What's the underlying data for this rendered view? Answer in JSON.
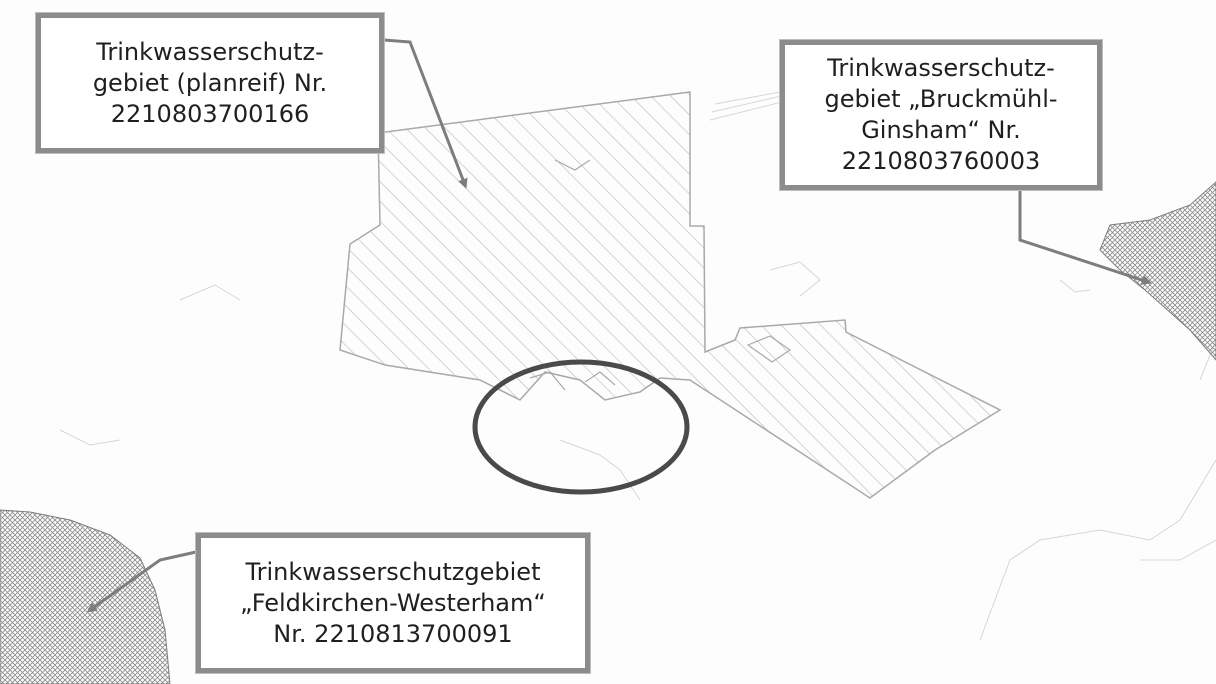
{
  "colors": {
    "background": "#fdfdfd",
    "zone_outline": "#a9a9a9",
    "zone_hatch": "#b8b8b8",
    "dense_hatch": "#8f8f8f",
    "arrow": "#7d7d7d",
    "circle": "#4a4a4a",
    "label_border": "#8c8c8c",
    "text": "#1f1f1f"
  },
  "labels": {
    "planreif": {
      "line1": "Trinkwasserschutz-",
      "line2": "gebiet (planreif) Nr.",
      "line3": "2210803700166"
    },
    "bruckmuehl": {
      "line1": "Trinkwasserschutz-",
      "line2": "gebiet „Bruckmühl-",
      "line3": "Ginsham“ Nr.",
      "line4": "2210803760003"
    },
    "feldkirchen": {
      "line1": "Trinkwasserschutzgebiet",
      "line2": "„Feldkirchen-Westerham“",
      "line3": "Nr. 2210813700091"
    }
  }
}
